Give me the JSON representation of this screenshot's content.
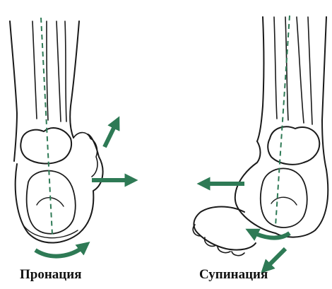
{
  "captions": {
    "left": "Пронация",
    "right": "Супинация"
  },
  "colors": {
    "arrow": "#2e7a55",
    "axis": "#2e7a55",
    "outline": "#1a1a1a",
    "background": "#ffffff"
  },
  "figures": [
    {
      "name": "pronation-foot",
      "arrows": [
        "up-right",
        "right",
        "curved-bottom"
      ]
    },
    {
      "name": "supination-foot",
      "arrows": [
        "left",
        "curved-bottom",
        "down-left"
      ]
    }
  ]
}
